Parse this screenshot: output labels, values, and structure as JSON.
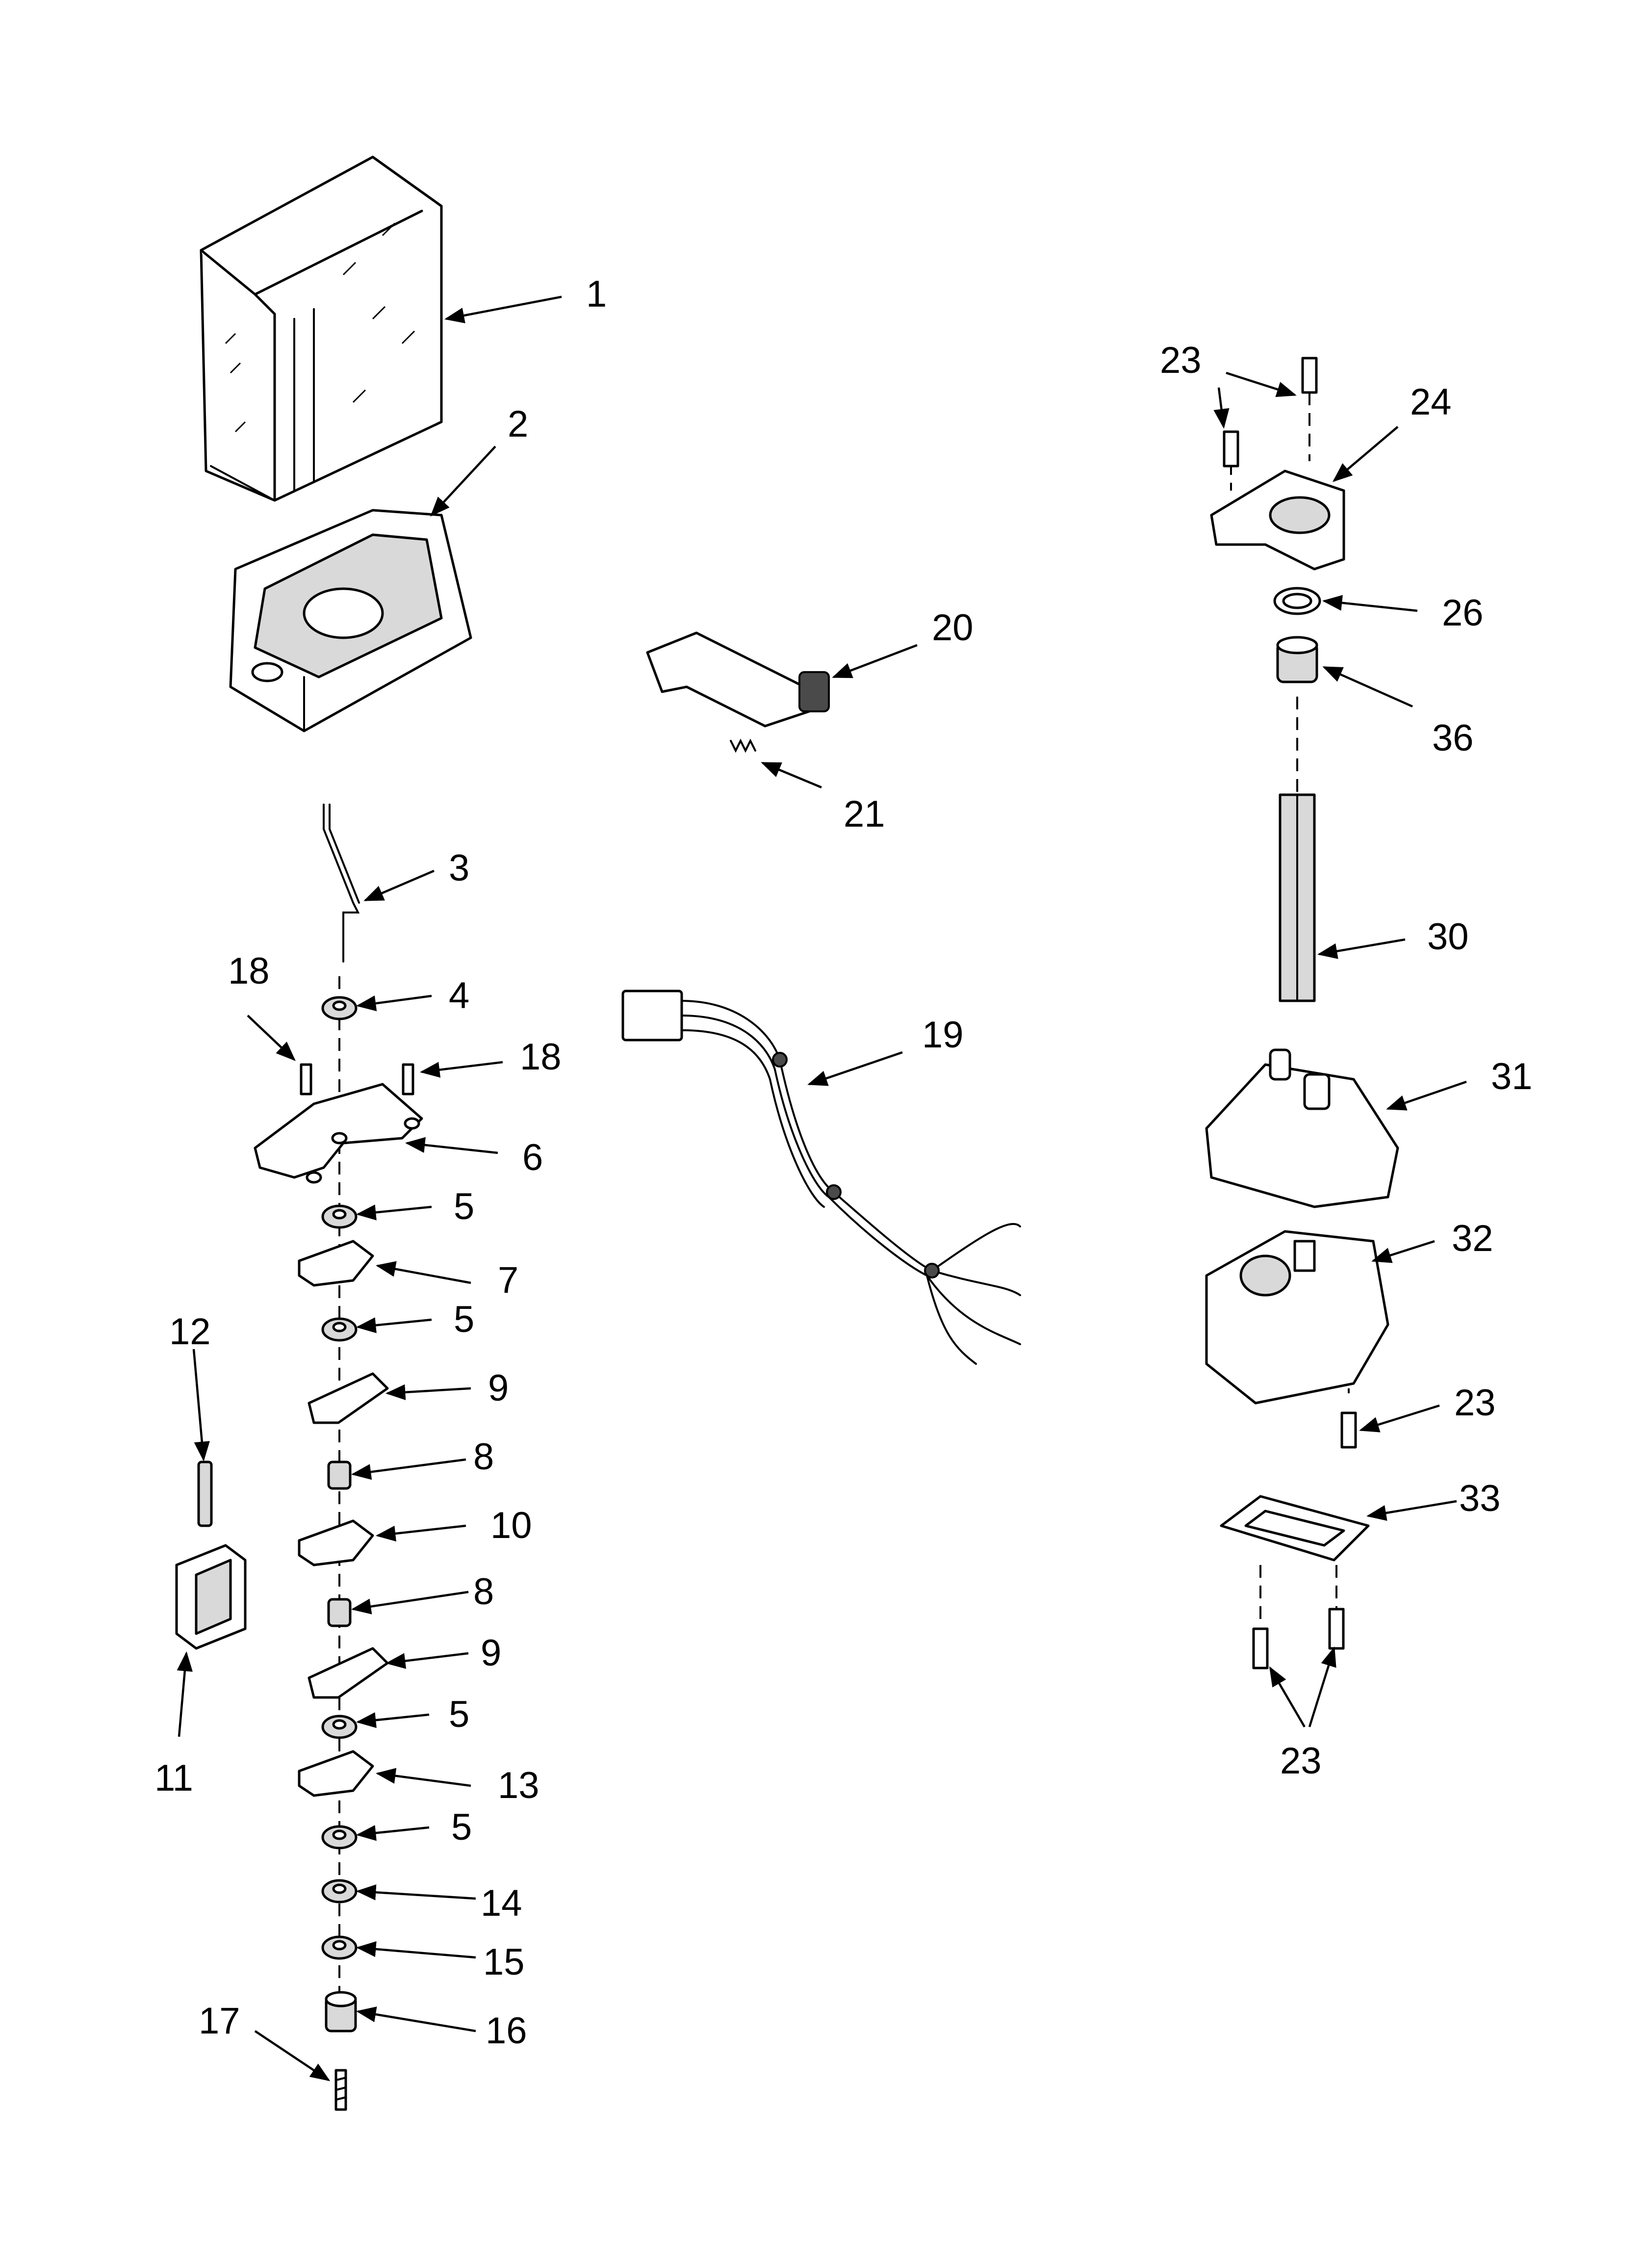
{
  "callouts": [
    {
      "id": "c1",
      "label": "1"
    },
    {
      "id": "c2",
      "label": "2"
    },
    {
      "id": "c3",
      "label": "3"
    },
    {
      "id": "c4",
      "label": "4"
    },
    {
      "id": "c5a",
      "label": "5"
    },
    {
      "id": "c5b",
      "label": "5"
    },
    {
      "id": "c5c",
      "label": "5"
    },
    {
      "id": "c5d",
      "label": "5"
    },
    {
      "id": "c6",
      "label": "6"
    },
    {
      "id": "c7",
      "label": "7"
    },
    {
      "id": "c8a",
      "label": "8"
    },
    {
      "id": "c8b",
      "label": "8"
    },
    {
      "id": "c9a",
      "label": "9"
    },
    {
      "id": "c9b",
      "label": "9"
    },
    {
      "id": "c10",
      "label": "10"
    },
    {
      "id": "c11",
      "label": "11"
    },
    {
      "id": "c12",
      "label": "12"
    },
    {
      "id": "c13",
      "label": "13"
    },
    {
      "id": "c14",
      "label": "14"
    },
    {
      "id": "c15",
      "label": "15"
    },
    {
      "id": "c16",
      "label": "16"
    },
    {
      "id": "c17",
      "label": "17"
    },
    {
      "id": "c18a",
      "label": "18"
    },
    {
      "id": "c18b",
      "label": "18"
    },
    {
      "id": "c19",
      "label": "19"
    },
    {
      "id": "c20",
      "label": "20"
    },
    {
      "id": "c21",
      "label": "21"
    },
    {
      "id": "c23a",
      "label": "23"
    },
    {
      "id": "c23b",
      "label": "23"
    },
    {
      "id": "c23c",
      "label": "23"
    },
    {
      "id": "c24",
      "label": "24"
    },
    {
      "id": "c26",
      "label": "26"
    },
    {
      "id": "c30",
      "label": "30"
    },
    {
      "id": "c31",
      "label": "31"
    },
    {
      "id": "c32",
      "label": "32"
    },
    {
      "id": "c33",
      "label": "33"
    },
    {
      "id": "c36",
      "label": "36"
    }
  ]
}
